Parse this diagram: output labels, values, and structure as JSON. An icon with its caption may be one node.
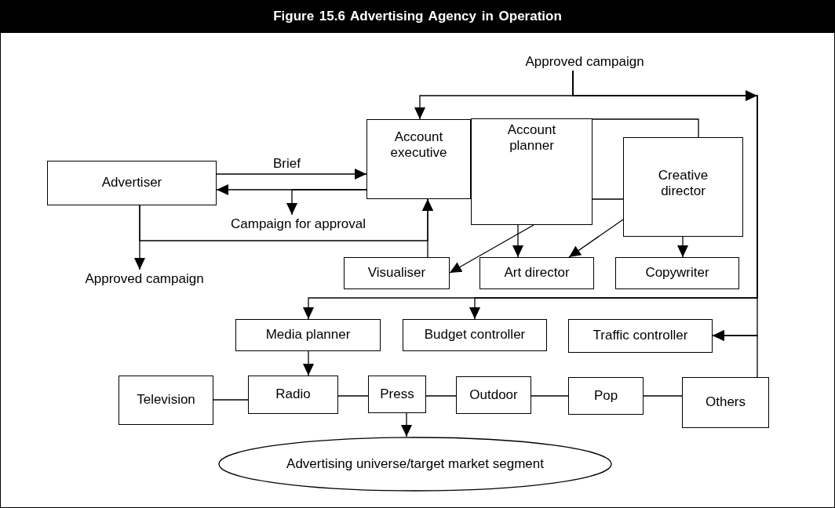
{
  "diagram": {
    "title": "Figure 15.6 Advertising Agency in Operation",
    "nodes": [
      {
        "text": [
          "Advertiser"
        ]
      },
      {
        "text": [
          "Account executive"
        ]
      },
      {
        "text": [
          "Account planner"
        ]
      },
      {
        "text": [
          "Creative director"
        ]
      },
      {
        "text": [
          "Visualiser"
        ]
      },
      {
        "text": [
          "Art director"
        ]
      },
      {
        "text": [
          "Copywriter"
        ]
      },
      {
        "text": [
          "Media planner"
        ]
      },
      {
        "text": [
          "Budget controller"
        ]
      },
      {
        "text": [
          "Traffic controller"
        ]
      },
      {
        "text": [
          "Television"
        ]
      },
      {
        "text": [
          "Radio"
        ]
      },
      {
        "text": [
          "Press"
        ]
      },
      {
        "text": [
          "Outdoor"
        ]
      },
      {
        "text": [
          "Pop"
        ]
      },
      {
        "text": [
          "Others"
        ]
      },
      {
        "text": [
          "Advertising universe/target market segment"
        ]
      },
      {
        "text": [
          "Approved campaign"
        ]
      },
      {
        "text": [
          "Campaign for approval"
        ]
      },
      {
        "text": [
          "Approved campaign"
        ]
      }
    ],
    "edges": [
      {
        "from": 0,
        "to": 1,
        "arrow": "to",
        "label": "Brief"
      },
      {
        "from": 1,
        "to": 0,
        "arrow": "to"
      },
      {
        "from": 1,
        "to": 18,
        "arrow": "to"
      },
      {
        "from": 0,
        "to": 19,
        "arrow": "to"
      },
      {
        "from": 0,
        "to": 1,
        "arrow": "to"
      },
      {
        "from": 4,
        "to": 1,
        "arrow": "to"
      },
      {
        "from": 17,
        "to": 1,
        "arrow": "to"
      },
      {
        "from": 17,
        "to": 7,
        "arrow": "to"
      },
      {
        "from": 17,
        "to": 8,
        "arrow": "to"
      },
      {
        "from": 17,
        "to": 9,
        "arrow": "to"
      },
      {
        "from": 15,
        "to": 9,
        "arrow": "to"
      },
      {
        "from": 2,
        "to": 3,
        "arrow": "none"
      },
      {
        "from": 2,
        "to": 3,
        "arrow": "none"
      },
      {
        "from": 2,
        "to": 4,
        "arrow": "to"
      },
      {
        "from": 2,
        "to": 5,
        "arrow": "to"
      },
      {
        "from": 3,
        "to": 5,
        "arrow": "to"
      },
      {
        "from": 3,
        "to": 6,
        "arrow": "to"
      },
      {
        "from": 7,
        "to": 11,
        "arrow": "to"
      },
      {
        "from": 10,
        "to": 11,
        "arrow": "none"
      },
      {
        "from": 11,
        "to": 12,
        "arrow": "none"
      },
      {
        "from": 12,
        "to": 13,
        "arrow": "none"
      },
      {
        "from": 13,
        "to": 14,
        "arrow": "none"
      },
      {
        "from": 14,
        "to": 15,
        "arrow": "none"
      },
      {
        "from": 12,
        "to": 16,
        "arrow": "to"
      }
    ]
  }
}
